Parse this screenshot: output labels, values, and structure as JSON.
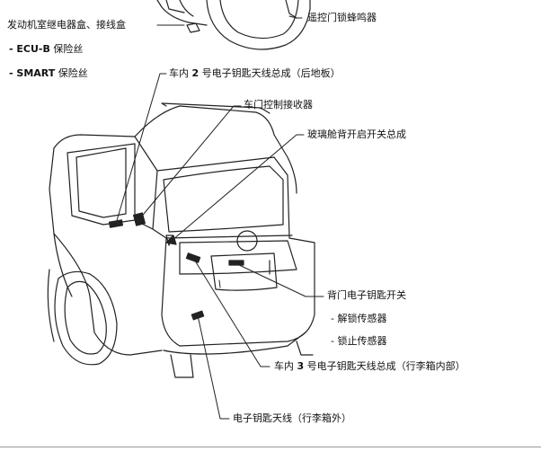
{
  "labels": {
    "engine_room_box": "发动机室继电器盒、接线盒",
    "ecu_b_fuse_prefix": "- ECU-B",
    "ecu_b_fuse_suffix": "保险丝",
    "smart_fuse_prefix": "- SMART",
    "smart_fuse_suffix": "保险丝",
    "remote_lock_buzzer": "遥控门锁蜂鸣器",
    "interior_antenna_2_prefix": "车内",
    "interior_antenna_2_num": "2",
    "interior_antenna_2_suffix": "号电子钥匙天线总成（后地板）",
    "door_control_receiver": "车门控制接收器",
    "glass_hatch_opener_switch": "玻璃舱背开启开关总成",
    "back_door_key_switch": "背门电子钥匙开关",
    "unlock_sensor": "- 解锁传感器",
    "lock_sensor": "- 锁止传感器",
    "interior_antenna_3_prefix": "车内",
    "interior_antenna_3_num": "3",
    "interior_antenna_3_suffix": "号电子钥匙天线总成（行李箱内部）",
    "exterior_antenna": "电子钥匙天线（行李箱外）"
  }
}
